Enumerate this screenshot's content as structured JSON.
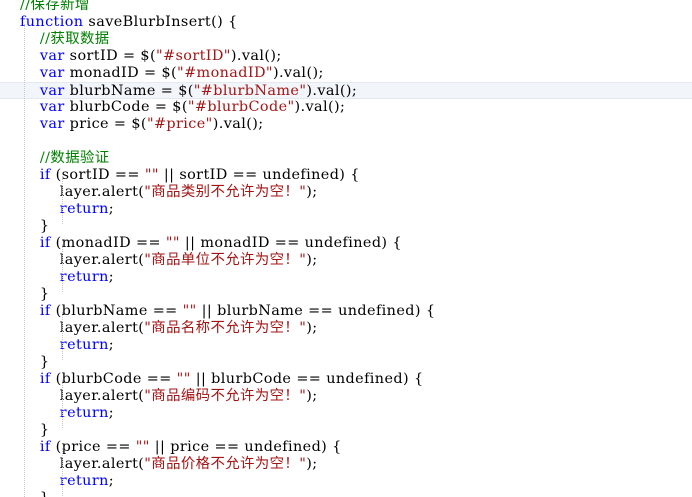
{
  "code_lines": [
    [
      {
        "t": "//保存新增",
        "c": "cmt"
      }
    ],
    [
      {
        "t": "function",
        "c": "kw"
      },
      {
        "t": " saveBlurbInsert() {",
        "c": "plain"
      }
    ],
    [
      {
        "t": "    ",
        "c": "plain"
      },
      {
        "t": "//获取数据",
        "c": "cmt"
      }
    ],
    [
      {
        "t": "    ",
        "c": "plain"
      },
      {
        "t": "var",
        "c": "kw"
      },
      {
        "t": " sortID = $(",
        "c": "plain"
      },
      {
        "t": "\"#sortID\"",
        "c": "str"
      },
      {
        "t": ").val();",
        "c": "plain"
      }
    ],
    [
      {
        "t": "    ",
        "c": "plain"
      },
      {
        "t": "var",
        "c": "kw"
      },
      {
        "t": " monadID = $(",
        "c": "plain"
      },
      {
        "t": "\"#monadID\"",
        "c": "str"
      },
      {
        "t": ").val();",
        "c": "plain"
      }
    ],
    [
      {
        "t": "    ",
        "c": "plain"
      },
      {
        "t": "var",
        "c": "kw"
      },
      {
        "t": " blurbName = $(",
        "c": "plain"
      },
      {
        "t": "\"#blurbName\"",
        "c": "str"
      },
      {
        "t": ").val();",
        "c": "plain"
      }
    ],
    [
      {
        "t": "    ",
        "c": "plain"
      },
      {
        "t": "var",
        "c": "kw"
      },
      {
        "t": " blurbCode = $(",
        "c": "plain"
      },
      {
        "t": "\"#blurbCode\"",
        "c": "str"
      },
      {
        "t": ").val();",
        "c": "plain"
      }
    ],
    [
      {
        "t": "    ",
        "c": "plain"
      },
      {
        "t": "var",
        "c": "kw"
      },
      {
        "t": " price = $(",
        "c": "plain"
      },
      {
        "t": "\"#price\"",
        "c": "str"
      },
      {
        "t": ").val();",
        "c": "plain"
      }
    ],
    [
      {
        "t": "",
        "c": "plain"
      }
    ],
    [
      {
        "t": "    ",
        "c": "plain"
      },
      {
        "t": "//数据验证",
        "c": "cmt"
      }
    ],
    [
      {
        "t": "    ",
        "c": "plain"
      },
      {
        "t": "if",
        "c": "kw"
      },
      {
        "t": " (sortID == ",
        "c": "plain"
      },
      {
        "t": "\"\"",
        "c": "str"
      },
      {
        "t": " || sortID == undefined) {",
        "c": "plain"
      }
    ],
    [
      {
        "t": "        layer.alert(",
        "c": "plain"
      },
      {
        "t": "\"商品类别不允许为空！\"",
        "c": "str"
      },
      {
        "t": ");",
        "c": "plain"
      }
    ],
    [
      {
        "t": "        ",
        "c": "plain"
      },
      {
        "t": "return",
        "c": "kw"
      },
      {
        "t": ";",
        "c": "plain"
      }
    ],
    [
      {
        "t": "    }",
        "c": "plain"
      }
    ],
    [
      {
        "t": "    ",
        "c": "plain"
      },
      {
        "t": "if",
        "c": "kw"
      },
      {
        "t": " (monadID == ",
        "c": "plain"
      },
      {
        "t": "\"\"",
        "c": "str"
      },
      {
        "t": " || monadID == undefined) {",
        "c": "plain"
      }
    ],
    [
      {
        "t": "        layer.alert(",
        "c": "plain"
      },
      {
        "t": "\"商品单位不允许为空！\"",
        "c": "str"
      },
      {
        "t": ");",
        "c": "plain"
      }
    ],
    [
      {
        "t": "        ",
        "c": "plain"
      },
      {
        "t": "return",
        "c": "kw"
      },
      {
        "t": ";",
        "c": "plain"
      }
    ],
    [
      {
        "t": "    }",
        "c": "plain"
      }
    ],
    [
      {
        "t": "    ",
        "c": "plain"
      },
      {
        "t": "if",
        "c": "kw"
      },
      {
        "t": " (blurbName == ",
        "c": "plain"
      },
      {
        "t": "\"\"",
        "c": "str"
      },
      {
        "t": " || blurbName == undefined) {",
        "c": "plain"
      }
    ],
    [
      {
        "t": "        layer.alert(",
        "c": "plain"
      },
      {
        "t": "\"商品名称不允许为空！\"",
        "c": "str"
      },
      {
        "t": ");",
        "c": "plain"
      }
    ],
    [
      {
        "t": "        ",
        "c": "plain"
      },
      {
        "t": "return",
        "c": "kw"
      },
      {
        "t": ";",
        "c": "plain"
      }
    ],
    [
      {
        "t": "    }",
        "c": "plain"
      }
    ],
    [
      {
        "t": "    ",
        "c": "plain"
      },
      {
        "t": "if",
        "c": "kw"
      },
      {
        "t": " (blurbCode == ",
        "c": "plain"
      },
      {
        "t": "\"\"",
        "c": "str"
      },
      {
        "t": " || blurbCode == undefined) {",
        "c": "plain"
      }
    ],
    [
      {
        "t": "        layer.alert(",
        "c": "plain"
      },
      {
        "t": "\"商品编码不允许为空！\"",
        "c": "str"
      },
      {
        "t": ");",
        "c": "plain"
      }
    ],
    [
      {
        "t": "        ",
        "c": "plain"
      },
      {
        "t": "return",
        "c": "kw"
      },
      {
        "t": ";",
        "c": "plain"
      }
    ],
    [
      {
        "t": "    }",
        "c": "plain"
      }
    ],
    [
      {
        "t": "    ",
        "c": "plain"
      },
      {
        "t": "if",
        "c": "kw"
      },
      {
        "t": " (price == ",
        "c": "plain"
      },
      {
        "t": "\"\"",
        "c": "str"
      },
      {
        "t": " || price == undefined) {",
        "c": "plain"
      }
    ],
    [
      {
        "t": "        layer.alert(",
        "c": "plain"
      },
      {
        "t": "\"商品价格不允许为空！\"",
        "c": "str"
      },
      {
        "t": ");",
        "c": "plain"
      }
    ],
    [
      {
        "t": "        ",
        "c": "plain"
      },
      {
        "t": "return",
        "c": "kw"
      },
      {
        "t": ";",
        "c": "plain"
      }
    ],
    [
      {
        "t": "    }",
        "c": "plain"
      }
    ]
  ],
  "highlighted_line": 5,
  "colors": {
    "keyword": "#0000ff",
    "string": "#a31515",
    "comment": "#008000",
    "plain": "#000000",
    "current_line_background": "#f2f5f9"
  }
}
